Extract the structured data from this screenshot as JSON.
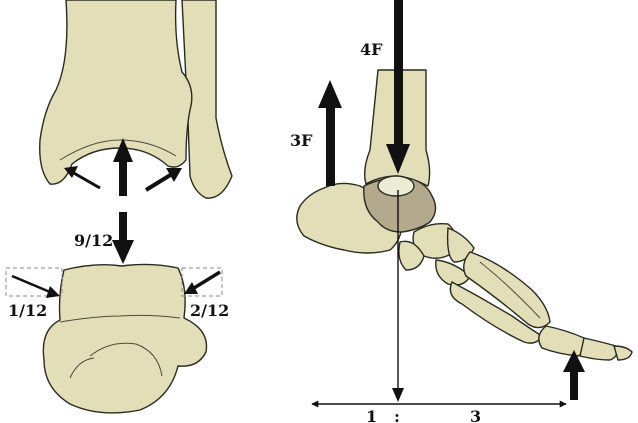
{
  "labels": {
    "talus_top_force": "9/12",
    "talus_left_force": "1/12",
    "talus_right_force": "2/12",
    "tibia_load": "4F",
    "achilles_force": "3F",
    "lever_left": "1",
    "lever_sep": ":",
    "lever_right": "3"
  },
  "colors": {
    "bone": "#e2dfb8",
    "bone_dark": "#b3a98c",
    "outline": "#2a2a22",
    "arrow": "#111111"
  }
}
